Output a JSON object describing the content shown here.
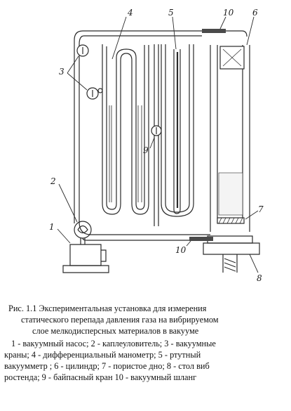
{
  "figure": {
    "labels": {
      "l1": "1",
      "l2": "2",
      "l3": "3",
      "l4": "4",
      "l5": "5",
      "l6": "6",
      "l7": "7",
      "l8": "8",
      "l9": "9",
      "l10a": "10",
      "l10b": "10"
    }
  },
  "caption": {
    "line1": "Рис. 1.1  Экспериментальная  установка  для измерения",
    "line2": "статического перепада  давления газа на вибрируемом",
    "line3": "слое мелкодисперсных материалов в вакууме",
    "line4": "1 - вакуумный насос; 2 - каплеуловитель; 3 - вакуумные",
    "line5": "краны;   4 - дифференциальный манометр;   5 - ртутный",
    "line6": "вакуумметр ;  6 - цилиндр; 7 - пористое дно; 8 - стол  виб",
    "line7": "ростенда; 9 - байпасный кран  10 - вакуумный шланг"
  }
}
